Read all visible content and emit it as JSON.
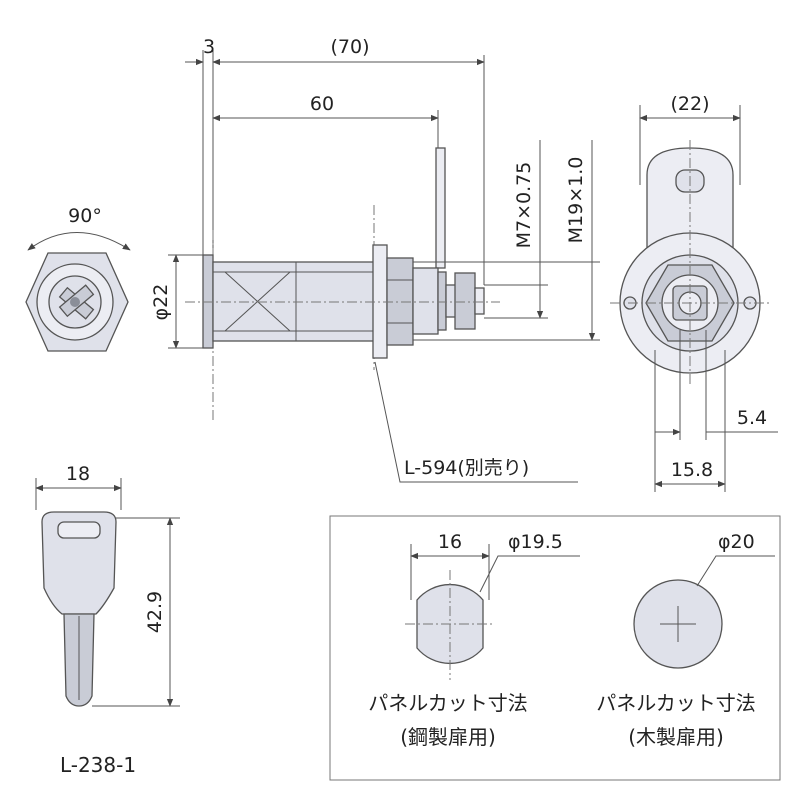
{
  "colors": {
    "metal_light": "#ecedf3",
    "metal": "#dfe1ea",
    "metal_shade": "#c9ccd6",
    "line": "#555555",
    "text": "#222222"
  },
  "dimensions": {
    "flange_thickness": "3",
    "overall_length": "(70)",
    "body_length": "60",
    "flange_diameter": "φ22",
    "thread_small": "M7×0.75",
    "thread_large": "M19×1.0",
    "rotation_angle": "90°",
    "cam_width": "(22)",
    "offset_a": "5.4",
    "offset_b": "15.8",
    "key_width": "18",
    "key_length": "42.9",
    "cut_width": "16",
    "cut_diameter_steel": "φ19.5",
    "cut_diameter_wood": "φ20"
  },
  "labels": {
    "accessory_callout": "L-594(別売り)",
    "key_part_number": "L-238-1"
  },
  "panel_cutouts": {
    "steel_title": "パネルカット寸法",
    "steel_subtitle": "(鋼製扉用)",
    "wood_title": "パネルカット寸法",
    "wood_subtitle": "(木製扉用)"
  }
}
